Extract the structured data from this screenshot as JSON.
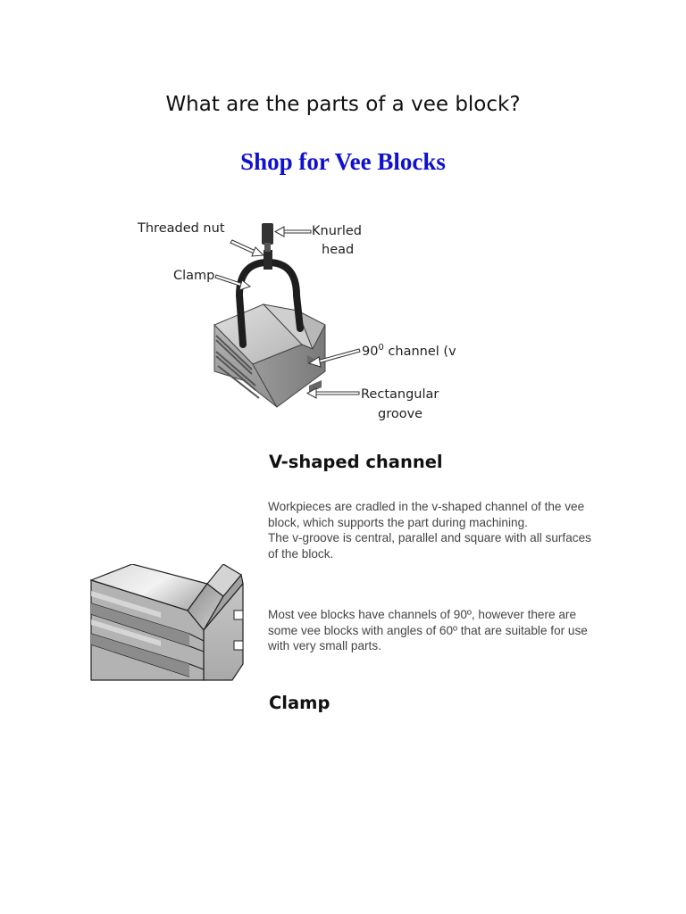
{
  "page": {
    "title": "What are the parts of a vee block?",
    "shop_link": "Shop for Vee Blocks"
  },
  "diagram": {
    "labels": {
      "threaded_nut": "Threaded nut",
      "knurled_head_1": "Knurled",
      "knurled_head_2": "head",
      "clamp": "Clamp",
      "channel_prefix": "90",
      "channel_sup": "0",
      "channel_suffix": " channel (v)",
      "rect_groove_1": "Rectangular",
      "rect_groove_2": "groove"
    }
  },
  "sections": {
    "v_channel": {
      "heading": "V-shaped channel",
      "para1_line1": "Workpieces are cradled in the v-shaped channel of the vee block, which supports the part during machining.",
      "para1_line2": "The v-groove is central, parallel and square with all surfaces of the block.",
      "para2": "Most vee blocks have channels of 90º, however there are some vee blocks with angles of 60º that are suitable for use with very small parts."
    },
    "clamp": {
      "heading": "Clamp"
    }
  },
  "colors": {
    "link": "#1010d0",
    "block_light": "#c9c9c9",
    "block_mid": "#a8a8a8",
    "block_dark": "#7d7d7d",
    "clamp": "#1e1e1e"
  }
}
